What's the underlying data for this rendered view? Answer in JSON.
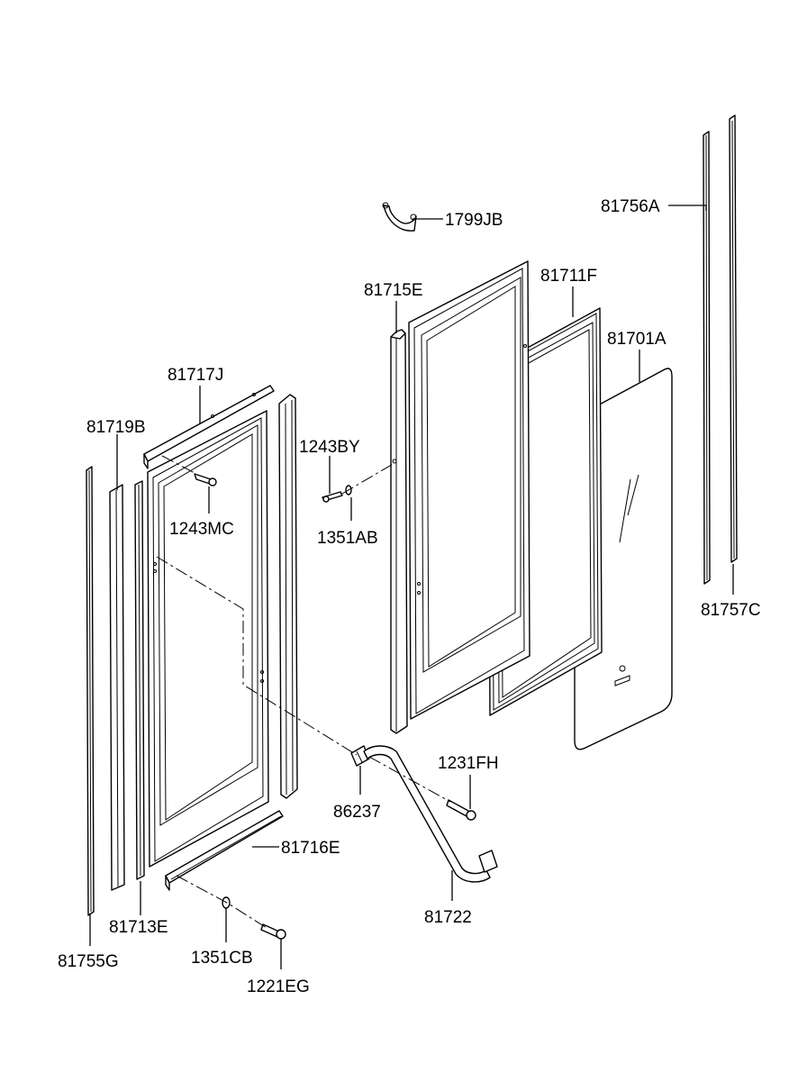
{
  "diagram": {
    "parts": [
      {
        "id": "p1799JB",
        "label": "1799JB"
      },
      {
        "id": "p81756A",
        "label": "81756A"
      },
      {
        "id": "p81715E",
        "label": "81715E"
      },
      {
        "id": "p81711F",
        "label": "81711F"
      },
      {
        "id": "p81701A",
        "label": "81701A"
      },
      {
        "id": "p81717J",
        "label": "81717J"
      },
      {
        "id": "p81719B",
        "label": "81719B"
      },
      {
        "id": "p1243BY",
        "label": "1243BY"
      },
      {
        "id": "p1243MC",
        "label": "1243MC"
      },
      {
        "id": "p1351AB",
        "label": "1351AB"
      },
      {
        "id": "p81757C",
        "label": "81757C"
      },
      {
        "id": "p1231FH",
        "label": "1231FH"
      },
      {
        "id": "p86237",
        "label": "86237"
      },
      {
        "id": "p81716E",
        "label": "81716E"
      },
      {
        "id": "p81713E",
        "label": "81713E"
      },
      {
        "id": "p81722",
        "label": "81722"
      },
      {
        "id": "p1351CB",
        "label": "1351CB"
      },
      {
        "id": "p81755G",
        "label": "81755G"
      },
      {
        "id": "p1221EG",
        "label": "1221EG"
      }
    ]
  }
}
